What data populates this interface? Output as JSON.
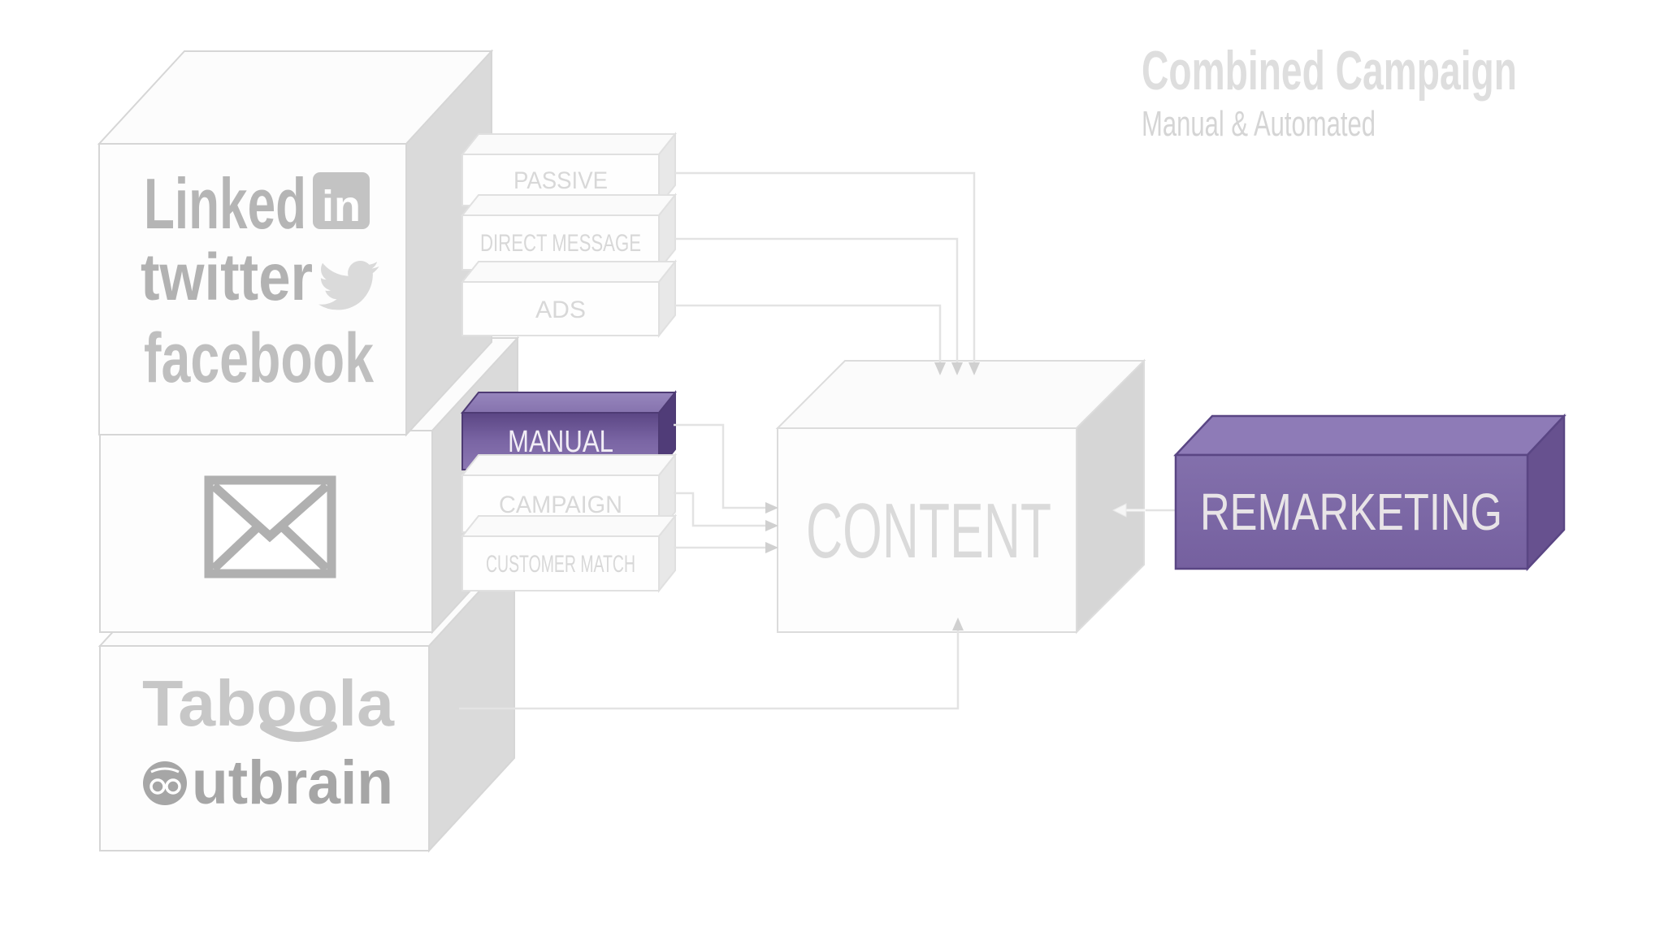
{
  "title": {
    "heading": "Combined Campaign",
    "subheading": "Manual & Automated"
  },
  "platform_boxes": {
    "social": {
      "linkedin_text": "Linked",
      "linkedin_badge": "in",
      "twitter_text": "twitter",
      "facebook_text": "facebook"
    },
    "email": {
      "icon": "envelope-icon"
    },
    "native_ads": {
      "taboola_text": "Taboola",
      "outbrain_icon": "outbrain-face-icon",
      "outbrain_text": "utbrain"
    }
  },
  "tactic_blocks": {
    "social": [
      {
        "label": "PASSIVE",
        "highlighted": false
      },
      {
        "label": "DIRECT MESSAGE",
        "highlighted": false
      },
      {
        "label": "ADS",
        "highlighted": false
      }
    ],
    "email": [
      {
        "label": "MANUAL",
        "highlighted": true
      },
      {
        "label": "CAMPAIGN",
        "highlighted": false
      },
      {
        "label": "CUSTOMER MATCH",
        "highlighted": false
      }
    ]
  },
  "content_box": {
    "label": "CONTENT"
  },
  "remarketing_box": {
    "label": "REMARKETING"
  },
  "colors": {
    "highlight_purple_front": "#7b66a6",
    "highlight_purple_top": "#8f7db7",
    "highlight_purple_side": "#503c78",
    "faded_line": "#e3e3e3",
    "faded_text": "#d8d8d8",
    "side_face_gray": "#dadada",
    "logo_gray": "#b5b5b5",
    "background": "#ffffff"
  }
}
